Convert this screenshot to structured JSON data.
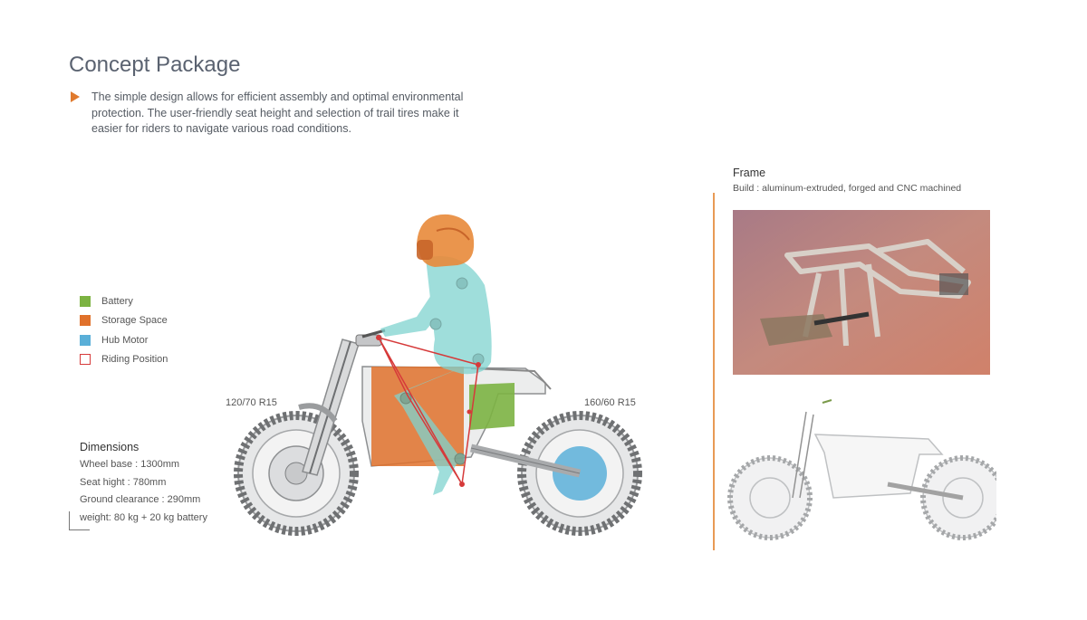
{
  "header": {
    "title": "Concept Package",
    "intro": "The simple design allows for efficient assembly and optimal environmental protection. The user-friendly seat height and selection of trail tires make it easier for riders to navigate various road conditions."
  },
  "legend": [
    {
      "label": "Battery",
      "color": "#7cb342",
      "style": "fill"
    },
    {
      "label": "Storage Space",
      "color": "#e0712b",
      "style": "fill"
    },
    {
      "label": "Hub Motor",
      "color": "#5aafd8",
      "style": "fill"
    },
    {
      "label": "Riding Position",
      "color": "#d63a3a",
      "style": "outline"
    }
  ],
  "tires": {
    "front": "120/70 R15",
    "rear": "160/60 R15"
  },
  "dimensions": {
    "title": "Dimensions",
    "items": [
      "Wheel base : 1300mm",
      "Seat hight : 780mm",
      "Ground clearance : 290mm",
      "weight: 80 kg + 20 kg battery"
    ]
  },
  "frame": {
    "title": "Frame",
    "build": "Build : aluminum-extruded, forged and CNC machined"
  },
  "colors": {
    "accent": "#e07a2e",
    "title": "#5a6270",
    "helmet": "#e8893a",
    "rider": "#7fd3cf",
    "storage": "#e0712b",
    "battery": "#7cb342",
    "motor": "#5aafd8",
    "riding_line": "#d63a3a"
  }
}
